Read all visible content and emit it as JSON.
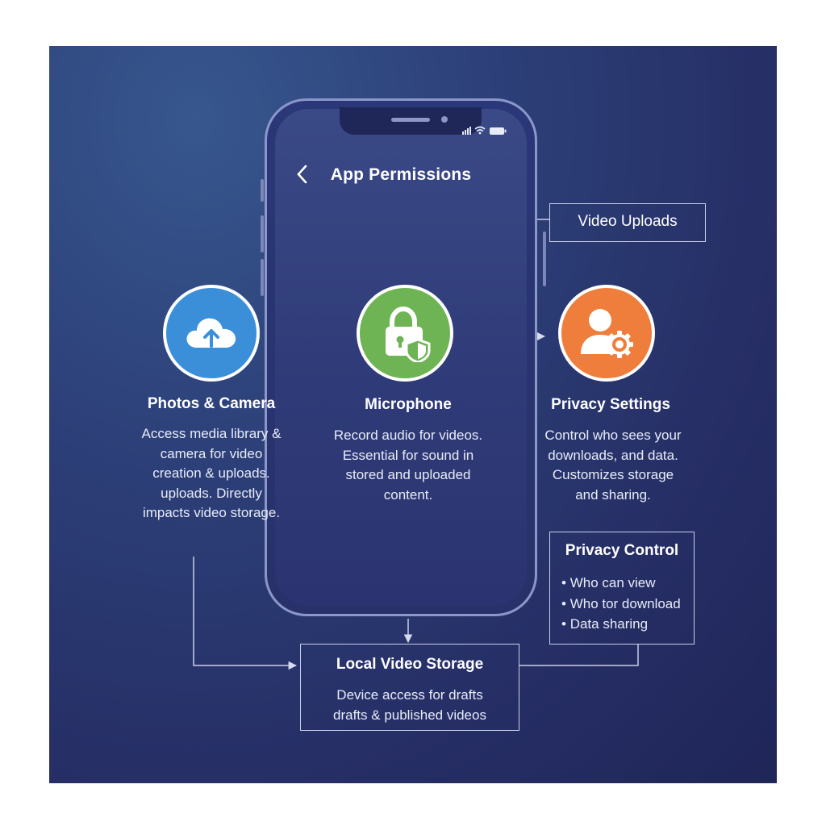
{
  "phone": {
    "back_glyph": "<",
    "title": "App Permissions"
  },
  "nodes": {
    "photos": {
      "title": "Photos & Camera",
      "desc_lines": [
        "Access media library &",
        "camera for video",
        "creation & uploads.",
        "uploads. Directly",
        "impacts video storage."
      ],
      "color": "#3a8fd8",
      "icon": "cloud-upload-icon"
    },
    "microphone": {
      "title": "Microphone",
      "desc_lines": [
        "Record audio for videos.",
        "Essential for sound in",
        "stored and uploaded",
        "content."
      ],
      "color": "#6eb454",
      "icon": "lock-shield-icon"
    },
    "privacy": {
      "title": "Privacy Settings",
      "desc_lines": [
        "Control who sees your",
        "downloads, and data.",
        "Customizes storage",
        "and sharing."
      ],
      "color": "#ef7d3b",
      "icon": "user-gear-icon"
    }
  },
  "video_uploads": {
    "label": "Video Uploads"
  },
  "privacy_control": {
    "title": "Privacy Control",
    "items": [
      "Who can view",
      "Who tor download",
      "Data sharing"
    ]
  },
  "local_storage": {
    "title": "Local Video Storage",
    "desc_lines": [
      "Device access for drafts",
      "drafts & published videos"
    ]
  },
  "colors": {
    "background": "#262f66",
    "line": "#c9cfe8"
  }
}
